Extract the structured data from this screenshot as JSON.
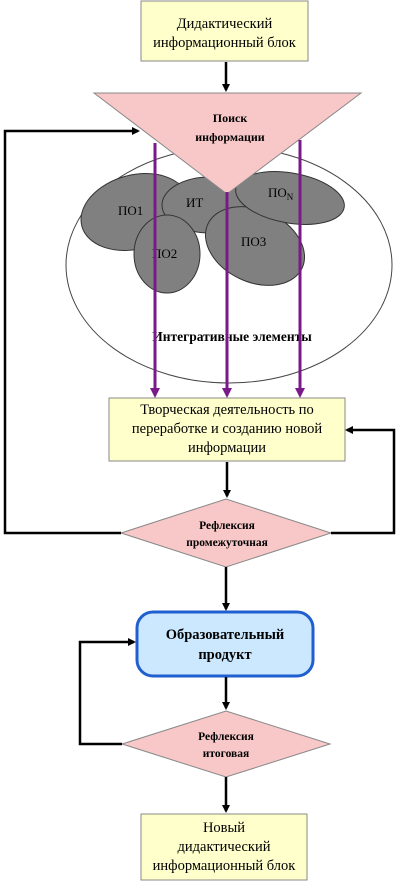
{
  "top_block": {
    "line1": "Дидактический",
    "line2": "информационный блок"
  },
  "search": {
    "line1": "Поиск",
    "line2": "информации"
  },
  "ellipses": {
    "po1": "ПО1",
    "it": "ИТ",
    "po2": "ПО2",
    "po3": "ПО3",
    "pon": "ПО",
    "pon_sub": "N"
  },
  "integrative_label": "Интегративные элементы",
  "creative": {
    "line1": "Творческая деятельность по",
    "line2": "переработке и созданию новой",
    "line3": "информации"
  },
  "reflection_mid": {
    "line1": "Рефлексия",
    "line2": "промежуточная"
  },
  "product": {
    "line1": "Образовательный",
    "line2": "продукт"
  },
  "reflection_final": {
    "line1": "Рефлексия",
    "line2": "итоговая"
  },
  "bottom_block": {
    "line1": "Новый",
    "line2": "дидактический",
    "line3": "информационный блок"
  },
  "colors": {
    "yellow_box": "#ffffcc",
    "pink": "#f8c8c8",
    "product_fill": "#cce8ff",
    "product_border": "#1f5fd0",
    "purple": "#7a1a8a",
    "ellipse_gray": "#808080"
  }
}
